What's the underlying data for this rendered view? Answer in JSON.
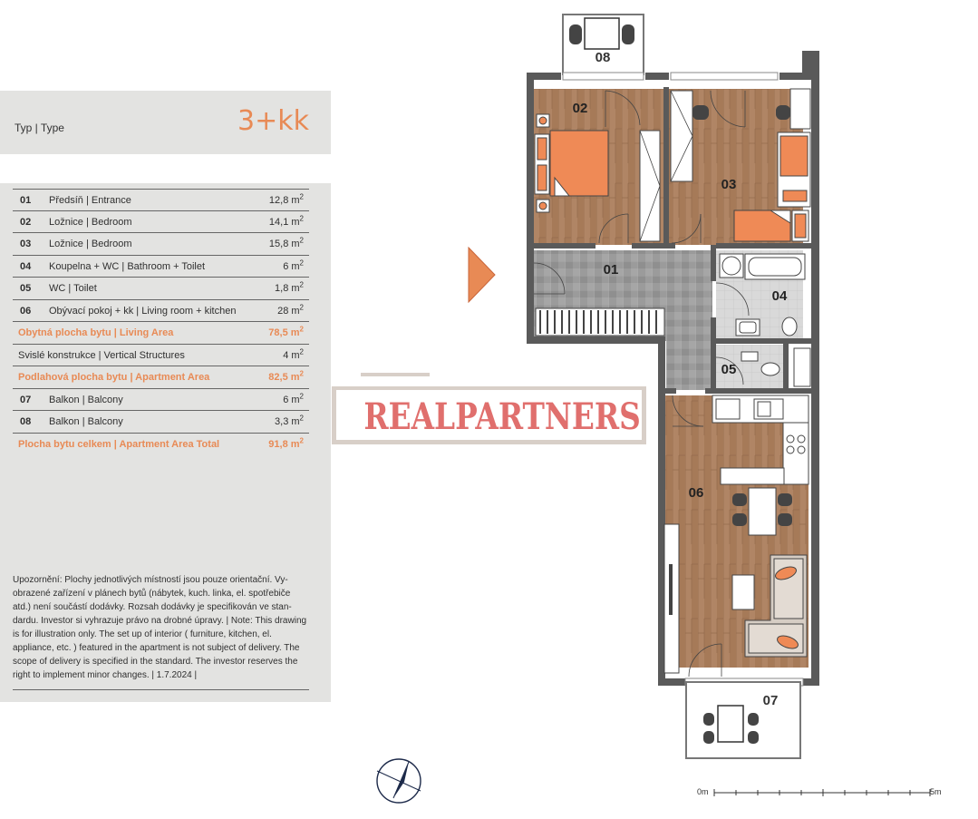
{
  "type": {
    "label": "Typ | Type",
    "value": "3+kk"
  },
  "rooms": [
    {
      "num": "01",
      "name": "Předsíň | Entrance",
      "area": "12,8 m",
      "unit_exp": "2"
    },
    {
      "num": "02",
      "name": "Ložnice | Bedroom",
      "area": "14,1 m",
      "unit_exp": "2"
    },
    {
      "num": "03",
      "name": "Ložnice | Bedroom",
      "area": "15,8 m",
      "unit_exp": "2"
    },
    {
      "num": "04",
      "name": "Koupelna + WC | Bathroom + Toilet",
      "area": "6 m",
      "unit_exp": "2"
    },
    {
      "num": "05",
      "name": "WC | Toilet",
      "area": "1,8 m",
      "unit_exp": "2"
    },
    {
      "num": "06",
      "name": "Obývací pokoj + kk | Living room + kitchen",
      "area": "28 m",
      "unit_exp": "2"
    }
  ],
  "living_area": {
    "name": "Obytná plocha bytu | Living Area",
    "area": "78,5 m",
    "unit_exp": "2"
  },
  "vertical": {
    "name": "Svislé konstrukce | Vertical Structures",
    "area": "4 m",
    "unit_exp": "2"
  },
  "apartment_area": {
    "name": "Podlahová plocha bytu | Apartment Area",
    "area": "82,5 m",
    "unit_exp": "2"
  },
  "balconies": [
    {
      "num": "07",
      "name": "Balkon | Balcony",
      "area": "6 m",
      "unit_exp": "2"
    },
    {
      "num": "08",
      "name": "Balkon | Balcony",
      "area": "3,3 m",
      "unit_exp": "2"
    }
  ],
  "total_area": {
    "name": "Plocha bytu celkem | Apartment Area Total",
    "area": "91,8 m",
    "unit_exp": "2"
  },
  "disclaimer": "Upozornění: Plochy jednotlivých místností jsou pouze orientační. Vy- obrazené zařízení v plánech bytů (nábytek, kuch. linka, el. spotřebiče atd.) není součástí dodávky. Rozsah dodávky je specifikován ve stan- dardu. Investor si vyhrazuje právo na drobné úpravy. | Note: This drawing is for illustration only. The set up of interior ( furniture, kitchen, el. appliance, etc. ) featured in the apartment is not subject of delivery. The scope of delivery is specified in the standard. The investor reserves the right to implement minor changes. | 1.7.2024 |",
  "plan_labels": {
    "r01": "01",
    "r02": "02",
    "r03": "03",
    "r04": "04",
    "r05": "05",
    "r06": "06",
    "r07": "07",
    "r08": "08"
  },
  "watermark": "REALPARTNERS",
  "scale": {
    "start": "0m",
    "end": "5m"
  },
  "colors": {
    "accent": "#e88a55",
    "wood": "#a97c5c",
    "tile": "#9a9a9a",
    "wall": "#555555",
    "watermark": "#e06f6d"
  }
}
